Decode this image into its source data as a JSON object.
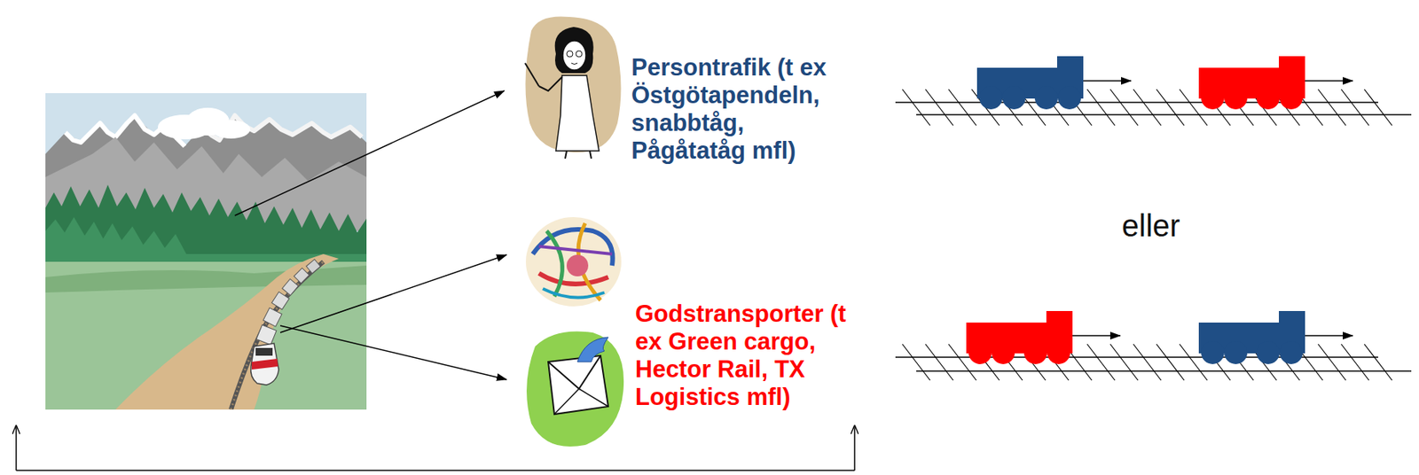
{
  "diagram": {
    "labels": [
      "Persontrafik (t ex Östgötapendeln, snabbtåg, Pågåtatåg mfl)",
      "Godstransporter (t ex Green cargo, Hector Rail, TX Logistics mfl)",
      "eller"
    ]
  }
}
